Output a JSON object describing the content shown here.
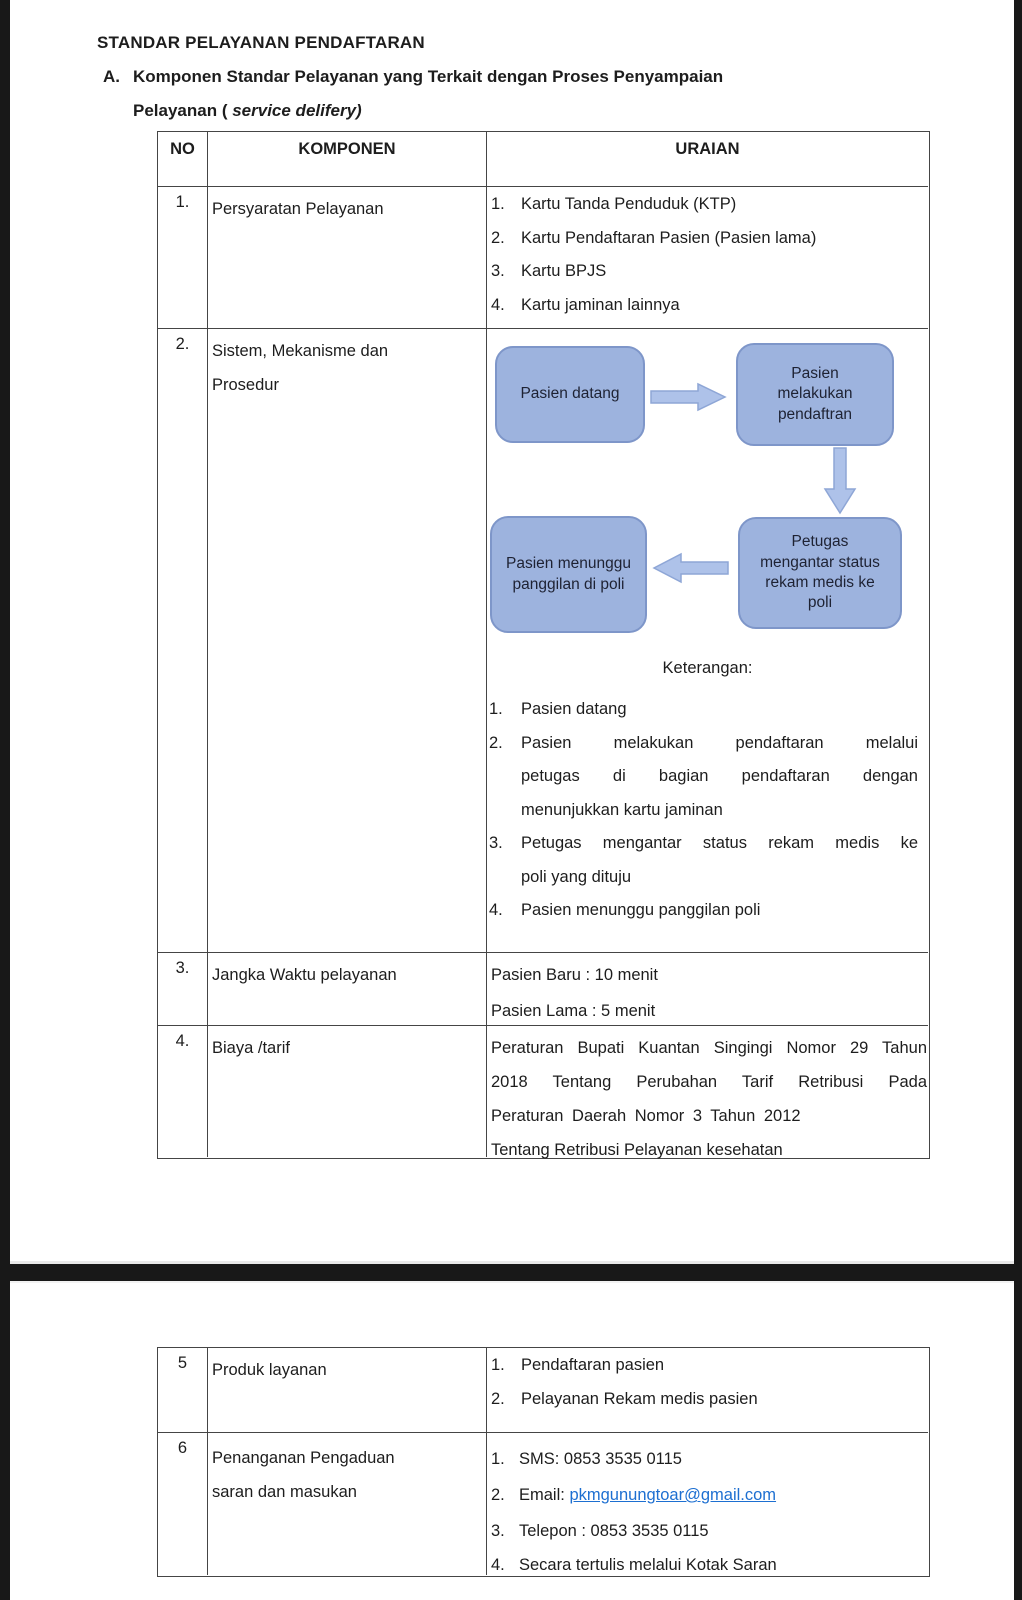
{
  "colors": {
    "box_fill": "#9db3de",
    "box_border": "#7e96c9",
    "arrow_fill": "#aec2e9",
    "arrow_border": "#8ea6d6",
    "link": "#1d6fd1",
    "table_border": "#454545",
    "scan_bg": "#181818"
  },
  "page1": {
    "title": "STANDAR PELAYANAN PENDAFTARAN",
    "section": {
      "label": "A.",
      "line1": "Komponen Standar Pelayanan yang Terkait dengan Proses Penyampaian",
      "line2_normal": "Pelayanan (",
      "line2_italic": " service delifery)"
    },
    "table": {
      "headers": [
        "NO",
        "KOMPONEN",
        "URAIAN"
      ],
      "row1": {
        "no": "1.",
        "komponen": "Persyaratan Pelayanan",
        "items": [
          {
            "num": "1.",
            "text": "Kartu Tanda Penduduk (KTP)"
          },
          {
            "num": "2.",
            "text": "Kartu Pendaftaran Pasien (Pasien lama)"
          },
          {
            "num": "3.",
            "text": "Kartu BPJS"
          },
          {
            "num": "4.",
            "text": "Kartu jaminan lainnya"
          }
        ]
      },
      "row2": {
        "no": "2.",
        "komponen_line1": "Sistem, Mekanisme dan",
        "komponen_line2": "Prosedur",
        "flow": {
          "box1": "Pasien datang",
          "box2": "Pasien melakukan pendaftran",
          "box3": "Pasien menunggu panggilan di poli",
          "box4": "Petugas mengantar status rekam medis ke poli"
        },
        "keterangan_title": "Keterangan:",
        "keterangan": [
          {
            "num": "1.",
            "lines": [
              "Pasien datang"
            ]
          },
          {
            "num": "2.",
            "lines": [
              "Pasien melakukan pendaftaran melalui",
              "petugas di bagian pendaftaran dengan",
              "menunjukkan kartu jaminan"
            ]
          },
          {
            "num": "3.",
            "lines": [
              "Petugas mengantar status rekam medis ke",
              "poli yang dituju"
            ]
          },
          {
            "num": "4.",
            "lines": [
              "Pasien menunggu panggilan poli"
            ]
          }
        ]
      },
      "row3": {
        "no": "3.",
        "komponen": "Jangka Waktu pelayanan",
        "lines": [
          "Pasien Baru : 10 menit",
          "Pasien Lama : 5 menit"
        ]
      },
      "row4": {
        "no": "4.",
        "komponen": "Biaya /tarif",
        "lines": [
          "Peraturan Bupati Kuantan Singingi Nomor 29 Tahun",
          "2018 Tentang Perubahan Tarif Retribusi Pada",
          "Peraturan Daerah Nomor 3 Tahun 2012",
          "Tentang Retribusi Pelayanan kesehatan"
        ]
      }
    }
  },
  "page2": {
    "row5": {
      "no": "5",
      "komponen": "Produk layanan",
      "items": [
        {
          "num": "1.",
          "text": "Pendaftaran pasien"
        },
        {
          "num": "2.",
          "text": "Pelayanan Rekam medis pasien"
        }
      ]
    },
    "row6": {
      "no": "6",
      "komponen_line1": "Penanganan Pengaduan",
      "komponen_line2": "saran dan masukan",
      "items": [
        {
          "num": "1.",
          "text": "SMS: 0853 3535 0115"
        },
        {
          "num": "2.",
          "prefix": "Email: ",
          "link": "pkmgunungtoar@gmail.com"
        },
        {
          "num": "3.",
          "text": "Telepon : 0853 3535 0115"
        },
        {
          "num": "4.",
          "text": "Secara tertulis melalui Kotak Saran"
        }
      ]
    }
  }
}
